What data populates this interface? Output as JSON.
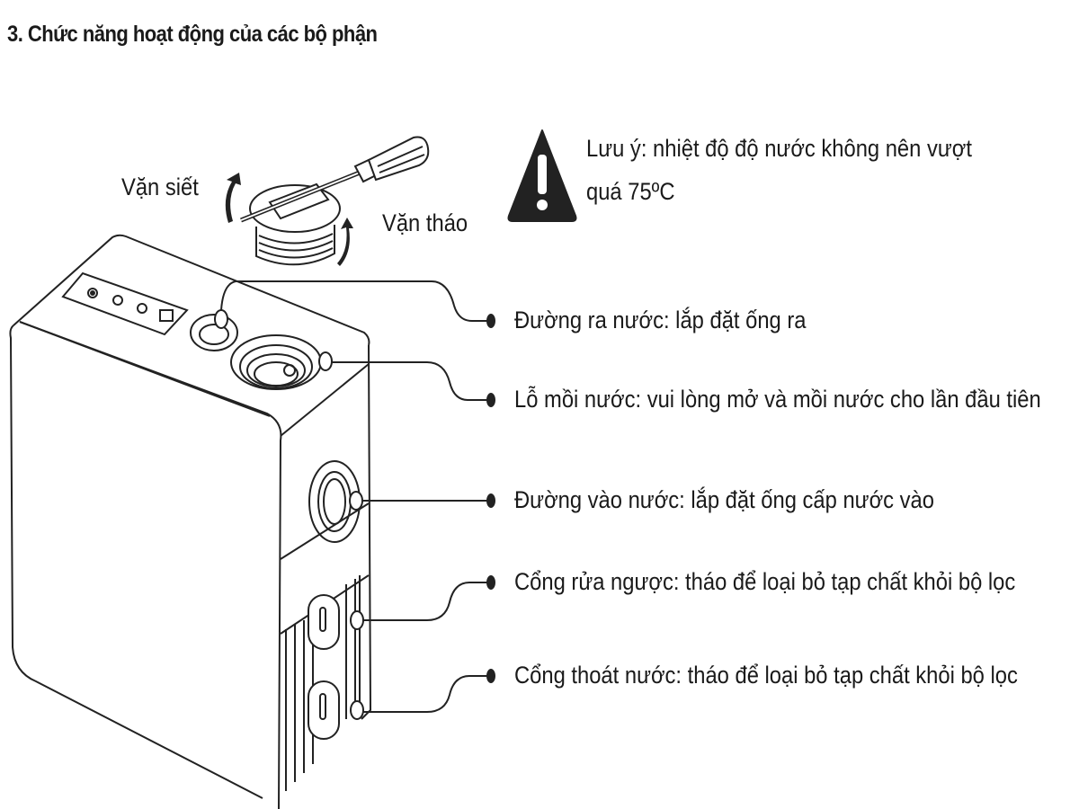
{
  "title": "3. Chức năng hoạt động của các bộ phận",
  "warning": {
    "icon": "warning-triangle-icon",
    "line1": "Lưu ý: nhiệt độ độ nước không nên vượt",
    "line2": "quá 75ºC"
  },
  "plug": {
    "tighten": "Vặn siết",
    "loosen": "Vặn tháo"
  },
  "callouts": [
    "Đường ra nước: lắp đặt ống ra",
    "Lỗ mồi nước: vui lòng mở và mồi nước cho lần đầu tiên",
    "Đường vào nước: lắp đặt ống cấp nước vào",
    "Cổng rửa ngược: tháo để loại bỏ tạp chất khỏi bộ lọc",
    "Cổng thoát nước: tháo để loại bỏ tạp chất khỏi bộ lọc"
  ]
}
